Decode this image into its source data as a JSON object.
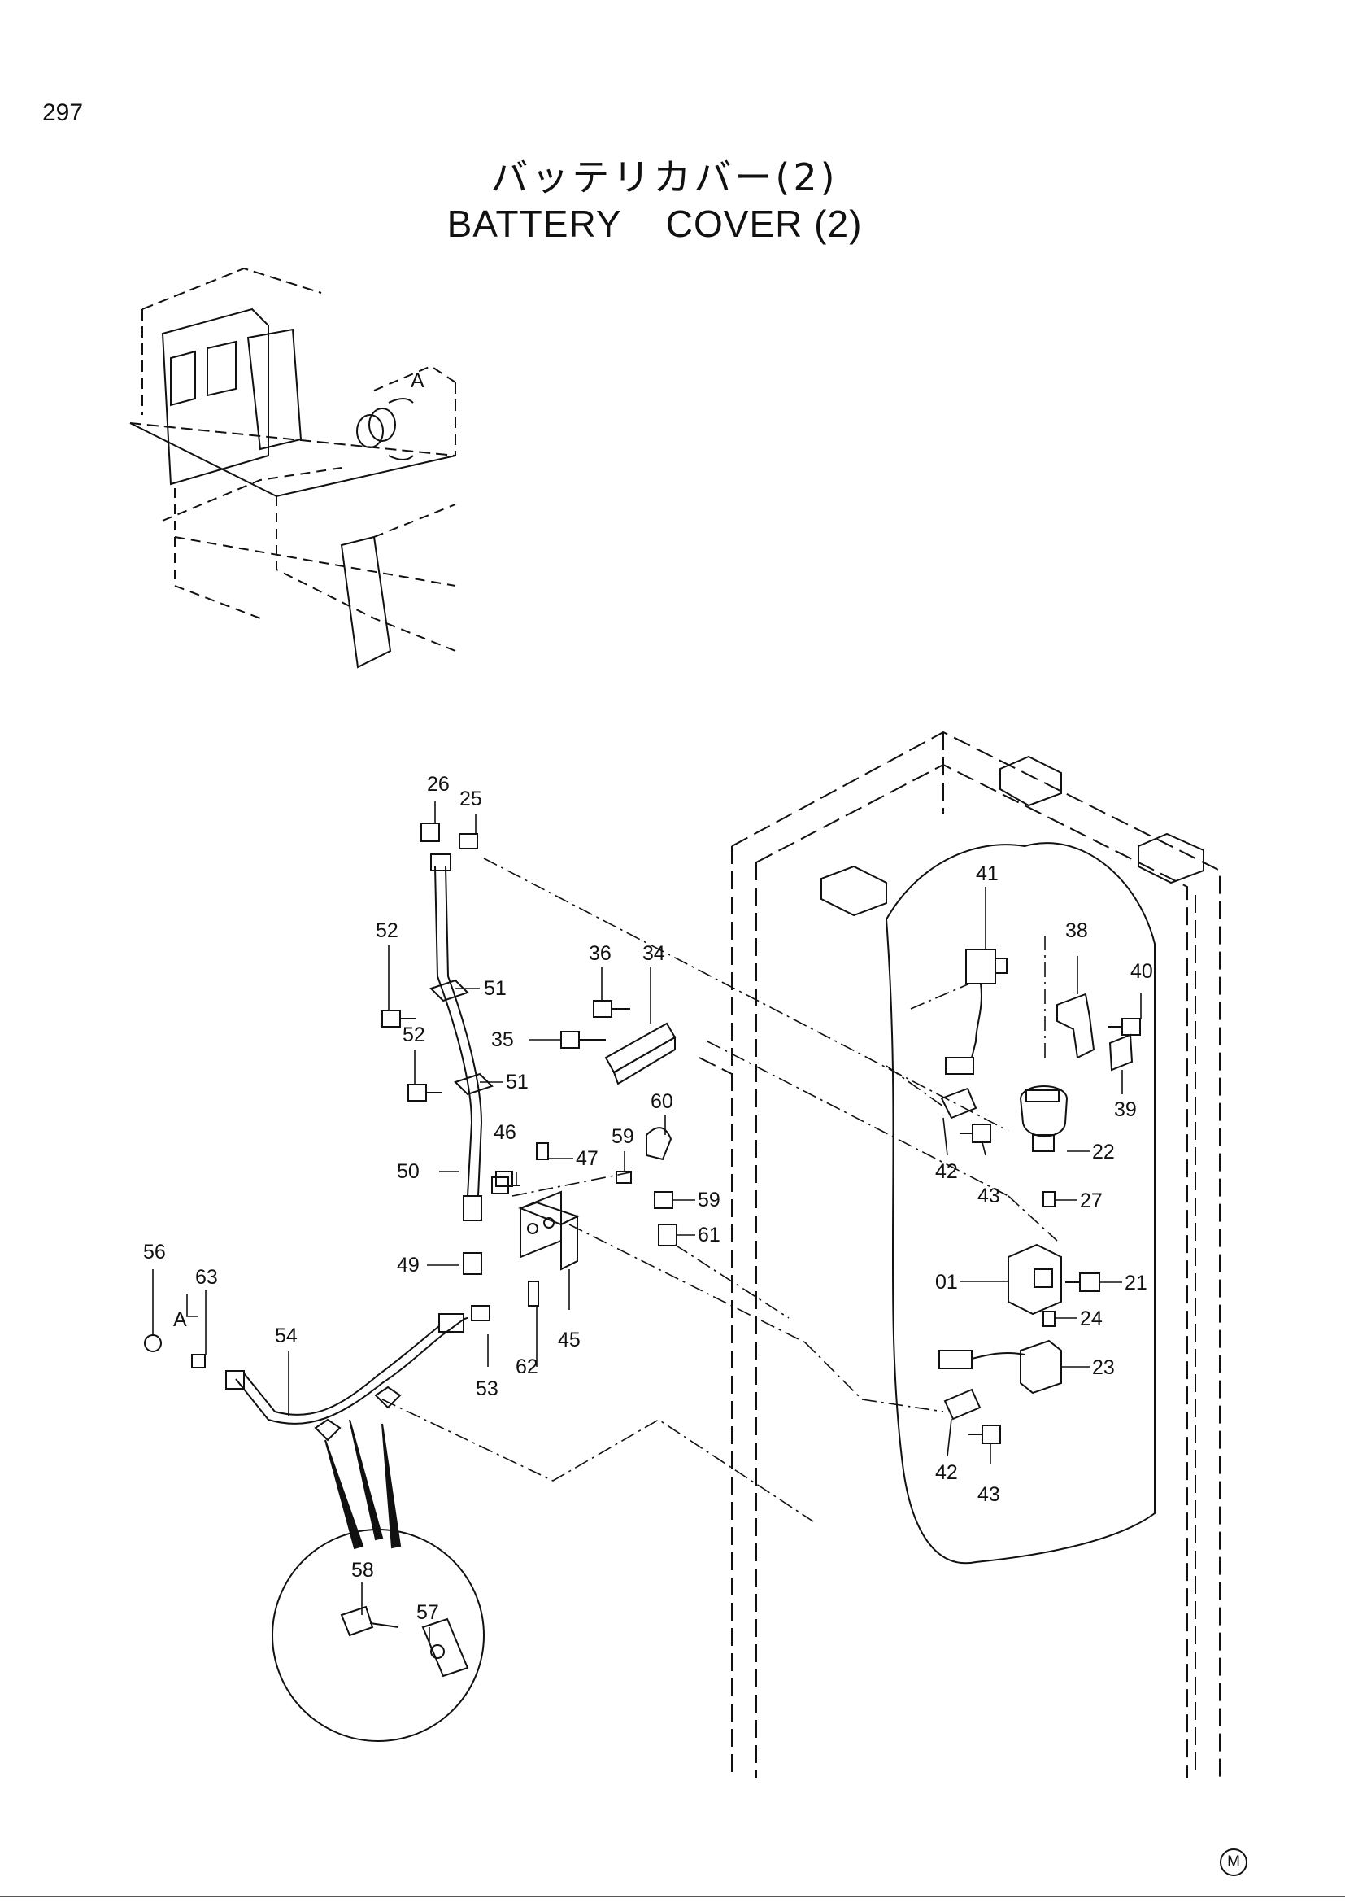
{
  "page_number": "297",
  "title_jp": "バッテリカバー(2)",
  "title_en": "BATTERY    COVER (2)",
  "detail_marker": "A",
  "footer_mark": "M",
  "part_labels": {
    "p01": "01",
    "p21": "21",
    "p22": "22",
    "p23": "23",
    "p24": "24",
    "p25": "25",
    "p26": "26",
    "p27": "27",
    "p34": "34",
    "p35": "35",
    "p36": "36",
    "p38": "38",
    "p39": "39",
    "p40": "40",
    "p41": "41",
    "p42a": "42",
    "p42b": "42",
    "p43a": "43",
    "p43b": "43",
    "p45": "45",
    "p46": "46",
    "p47": "47",
    "p49": "49",
    "p50": "50",
    "p51a": "51",
    "p51b": "51",
    "p52a": "52",
    "p52b": "52",
    "p53": "53",
    "p54": "54",
    "p56": "56",
    "p57": "57",
    "p58": "58",
    "p59a": "59",
    "p59b": "59",
    "p60": "60",
    "p61": "61",
    "p62": "62",
    "p63": "63"
  }
}
